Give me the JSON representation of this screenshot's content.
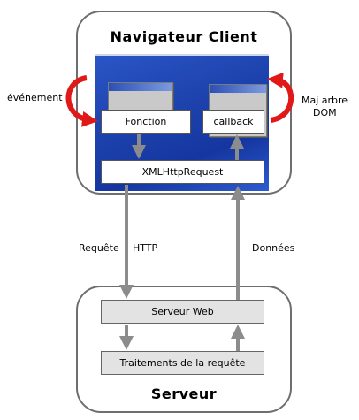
{
  "client": {
    "title": "Navigateur Client",
    "fonction": "Fonction",
    "callback": "callback",
    "xhr": "XMLHttpRequest"
  },
  "server": {
    "title": "Serveur",
    "web": "Serveur Web",
    "processing": "Traitements de la requête"
  },
  "labels": {
    "event": "événement",
    "dom_line1": "Maj arbre",
    "dom_line2": "DOM",
    "request": "Requête",
    "http": "HTTP",
    "data": "Données"
  },
  "colors": {
    "arrow_gray": "#8c8c8c",
    "event_red": "#e01818",
    "screen_blue": "#1f45b0"
  }
}
